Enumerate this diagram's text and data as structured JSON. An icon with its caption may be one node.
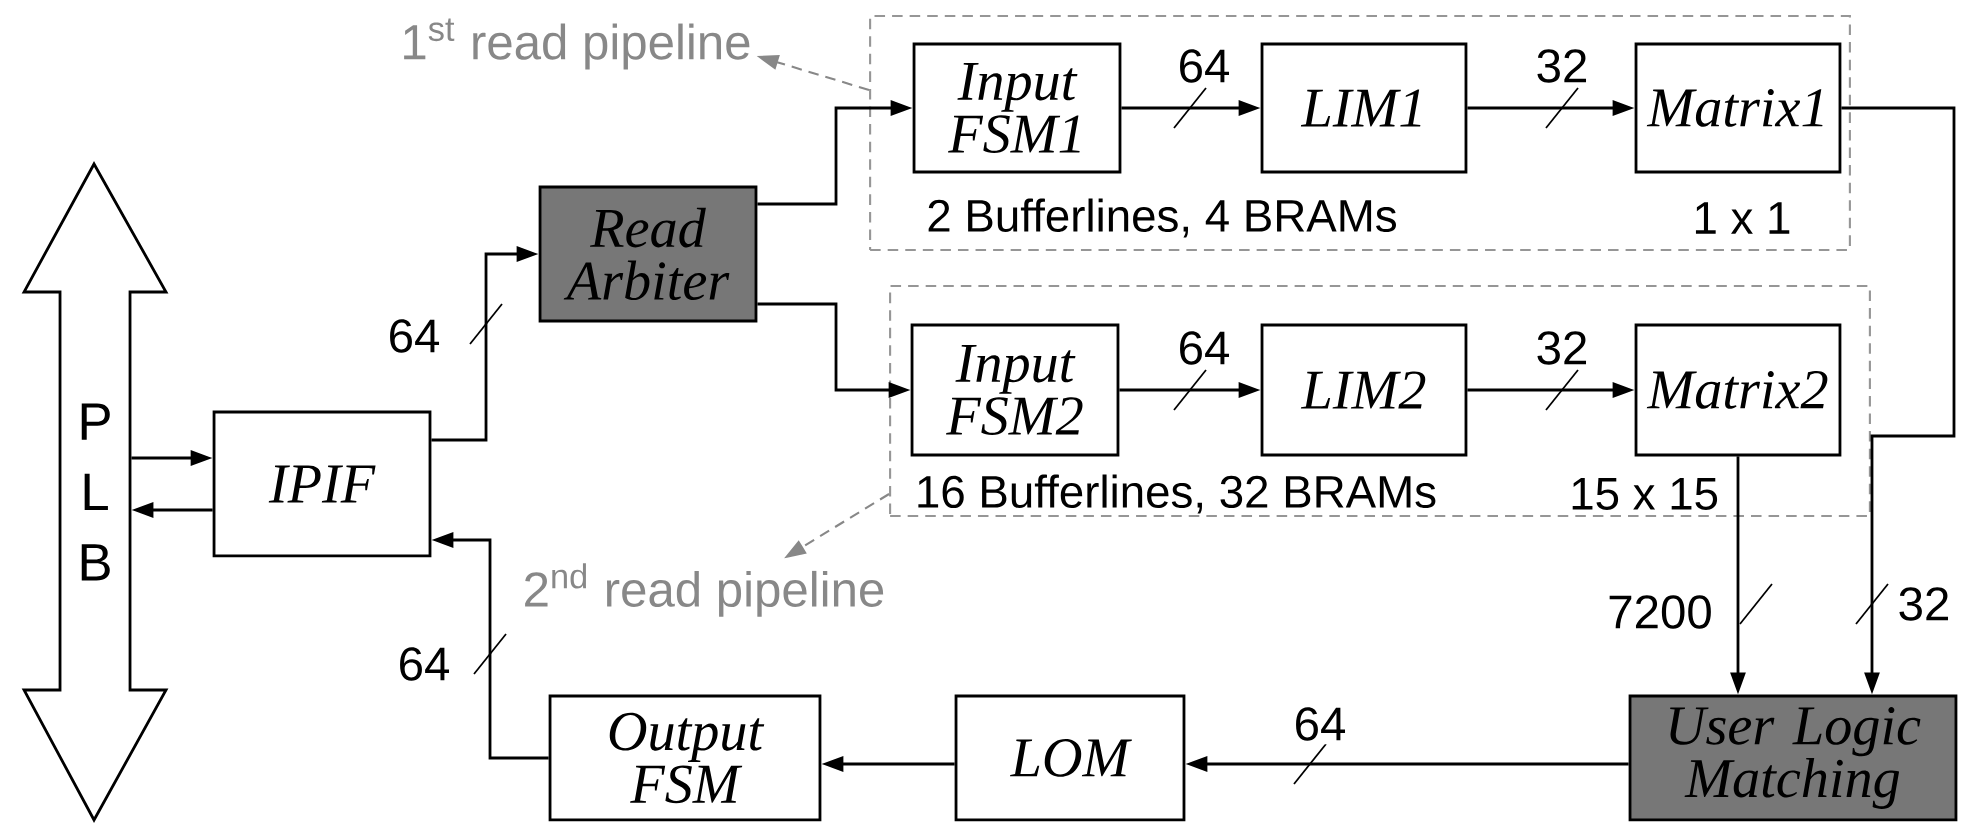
{
  "diagram": {
    "nodes": [
      {
        "text": [
          "P L B"
        ]
      },
      {
        "text": [
          "1$^{st}$ read pipeline"
        ]
      },
      {
        "text": [
          "Read Arbiter"
        ]
      },
      {
        "text": [
          "2 Bufferlines, 4 BRAMs"
        ]
      },
      {
        "text": [
          "Input FSM1"
        ],
        "in": 3
      },
      {
        "text": [
          "LIM1"
        ],
        "in": 3
      },
      {
        "text": [
          "Matrix1"
        ],
        "in": 3,
        "beside": [
          "1 x 1"
        ]
      },
      {
        "text": [
          "16 Bufferlines, 32 BRAMs"
        ]
      },
      {
        "text": [
          "Input FSM2"
        ],
        "in": 7
      },
      {
        "text": [
          "LIM2"
        ],
        "in": 7
      },
      {
        "text": [
          "Matrix2"
        ],
        "in": 7,
        "beside": [
          "15 x 15"
        ]
      },
      {
        "text": [
          "IPIF"
        ]
      },
      {
        "text": [
          "2$^{nd}$ read pipeline"
        ]
      },
      {
        "text": [
          "Output FSM"
        ]
      },
      {
        "text": [
          "LOM"
        ]
      },
      {
        "text": [
          "User Logic Matching"
        ]
      }
    ],
    "edges": [
      {
        "from": 0,
        "to": 11,
        "arrow": "to"
      },
      {
        "from": 11,
        "to": 0,
        "arrow": "to"
      },
      {
        "from": 11,
        "to": 2,
        "arrow": "to",
        "label": "64"
      },
      {
        "from": 2,
        "to": 4,
        "arrow": "to"
      },
      {
        "from": 2,
        "to": 8,
        "arrow": "to"
      },
      {
        "from": 4,
        "to": 5,
        "arrow": "to",
        "label": "64"
      },
      {
        "from": 5,
        "to": 6,
        "arrow": "to",
        "label": "32"
      },
      {
        "from": 8,
        "to": 9,
        "arrow": "to",
        "label": "64"
      },
      {
        "from": 9,
        "to": 10,
        "arrow": "to",
        "label": "32"
      },
      {
        "from": 10,
        "to": 15,
        "arrow": "to",
        "label": "7200"
      },
      {
        "from": 6,
        "to": 15,
        "arrow": "to",
        "label": "32"
      },
      {
        "from": 15,
        "to": 14,
        "arrow": "to",
        "label": "64"
      },
      {
        "from": 14,
        "to": 13,
        "arrow": "to"
      },
      {
        "from": 13,
        "to": 11,
        "arrow": "to",
        "label": "64"
      },
      {
        "from": 3,
        "to": 1,
        "arrow": "to",
        "style": "dashed",
        "color": "#888888"
      },
      {
        "from": 7,
        "to": 12,
        "arrow": "to",
        "style": "dashed",
        "color": "#888888"
      }
    ]
  }
}
